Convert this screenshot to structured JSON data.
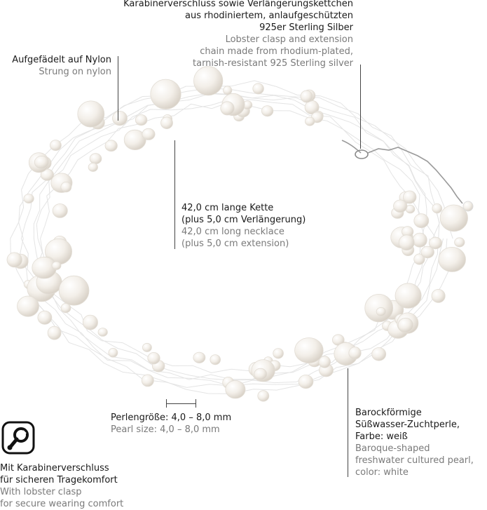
{
  "annotations": {
    "clasp": {
      "de": [
        "Karabinerverschluss sowie Verlängerungskettchen",
        "aus rhodiniertem, anlaufgeschützten",
        "925er Sterling Silber"
      ],
      "en": [
        "Lobster clasp and extension",
        "chain made from rhodium-plated,",
        "tarnish-resistant 925 Sterling silver"
      ]
    },
    "nylon": {
      "de": [
        "Aufgefädelt auf Nylon"
      ],
      "en": [
        "Strung on nylon"
      ]
    },
    "length": {
      "de": [
        "42,0 cm lange Kette",
        "(plus 5,0 cm Verlängerung)"
      ],
      "en": [
        "42,0 cm long necklace",
        "(plus 5,0 cm extension)"
      ]
    },
    "pearlsize": {
      "de": [
        "Perlengröße: 4,0 – 8,0 mm"
      ],
      "en": [
        "Pearl size: 4,0 – 8,0 mm"
      ]
    },
    "pearltype": {
      "de": [
        "Barockförmige",
        "Süßwasser-Zuchtperle,",
        "Farbe: weiß"
      ],
      "en": [
        "Baroque-shaped",
        "freshwater cultured pearl,",
        "color: white"
      ]
    },
    "comfort": {
      "de": [
        "Mit Karabinerverschluss",
        "für sicheren Tragekomfort"
      ],
      "en": [
        "With lobster clasp",
        "for secure wearing comfort"
      ]
    }
  },
  "icons": {
    "clasp_badge": "lobster-clasp-icon"
  },
  "colors": {
    "text_de": "#1a1a1a",
    "text_en": "#7a7a7a",
    "pearl": "#f4f1ec",
    "line": "#444444"
  }
}
